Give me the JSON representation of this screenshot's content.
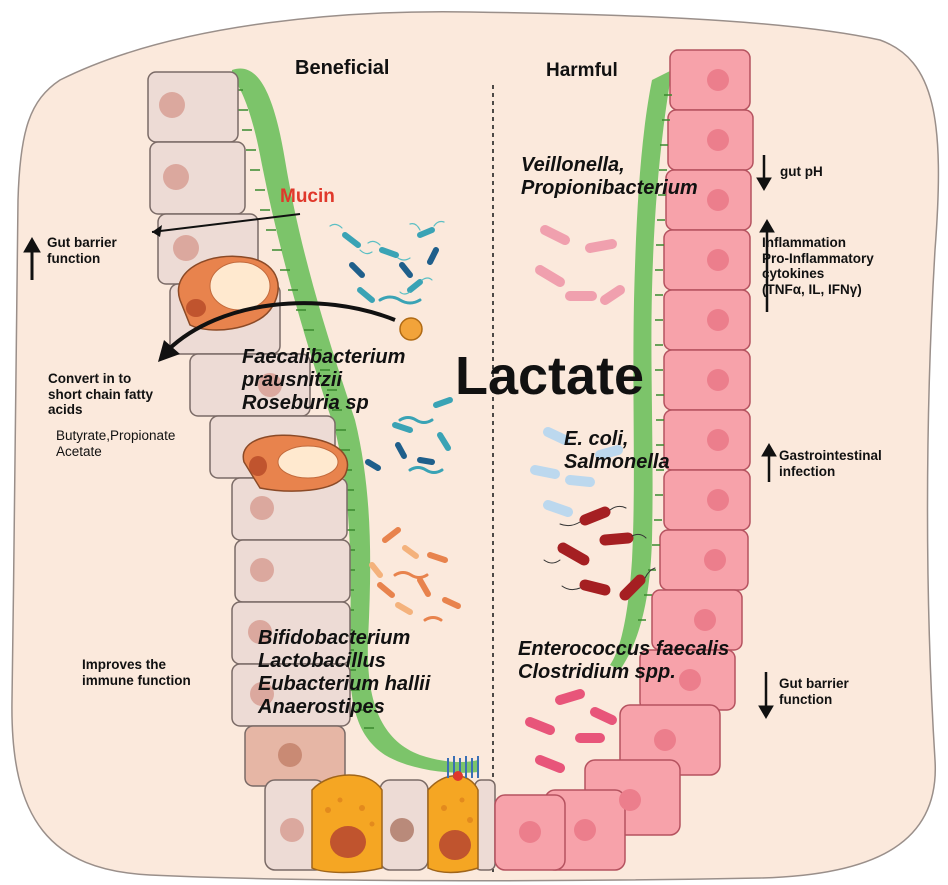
{
  "headings": {
    "beneficial": "Beneficial",
    "harmful": "Harmful"
  },
  "center_title": "Lactate",
  "mucin": "Mucin",
  "beneficial": {
    "gut_barrier": [
      "Gut barrier",
      "function"
    ],
    "convert": [
      "Convert in to",
      "short chain fatty",
      "acids"
    ],
    "scfa": [
      "Butyrate,Propionate",
      "Acetate"
    ],
    "immune": [
      "Improves the",
      "immune function"
    ],
    "species_1": [
      "Faecalibacterium",
      "prausnitzii",
      "Roseburia sp"
    ],
    "species_2": [
      "Bifidobacterium",
      "Lactobacillus",
      "Eubacterium hallii",
      "Anaerostipes"
    ]
  },
  "harmful": {
    "species_1": [
      "Veillonella,",
      "Propionibacterium"
    ],
    "species_2": [
      "E. coli,",
      "Salmonella"
    ],
    "species_3": [
      "Enterococcus faecalis",
      "Clostridium spp."
    ],
    "gut_ph": "gut pH",
    "inflammation": [
      "Inflammation",
      "Pro-Inflammatory",
      "cytokines",
      "(TNFα, IL, IFNγ)"
    ],
    "gi_infection": [
      "Gastrointestinal",
      "infection"
    ],
    "gut_barrier": [
      "Gut barrier",
      "function"
    ]
  },
  "colors": {
    "background": "#fbe9dc",
    "mucus": "#7cc46a",
    "beneficial_cell": "#eddbd5",
    "harmful_cell": "#f7a2aa",
    "mucin_text": "#e0382b",
    "goblet": "#e8834d",
    "enteroendocrine": "#f5a623"
  },
  "icons": [
    "arrow-up-icon",
    "arrow-down-icon",
    "lactate-molecule-icon",
    "bacteria-icon"
  ]
}
